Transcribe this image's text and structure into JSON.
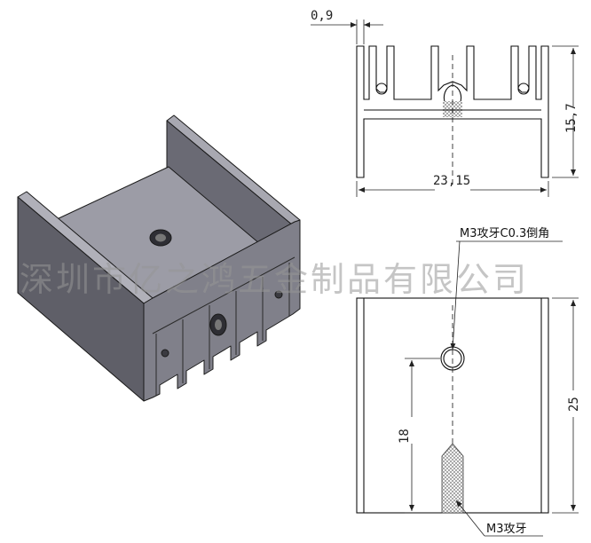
{
  "watermark": "深圳市亿之鸿五金制品有限公司",
  "dimensions": {
    "fin_thickness": "0,9",
    "width": "23,15",
    "height": "15,7",
    "length": "25",
    "hole_offset": "18"
  },
  "annotations": {
    "tap_chamfer": "M3攻牙C0.3倒角",
    "tap": "M3攻牙"
  },
  "colors": {
    "metal_top": "#9c9ca6",
    "metal_side": "#5f5f68",
    "metal_fin": "#80808a",
    "line": "#222222",
    "watermark": "#969696"
  }
}
